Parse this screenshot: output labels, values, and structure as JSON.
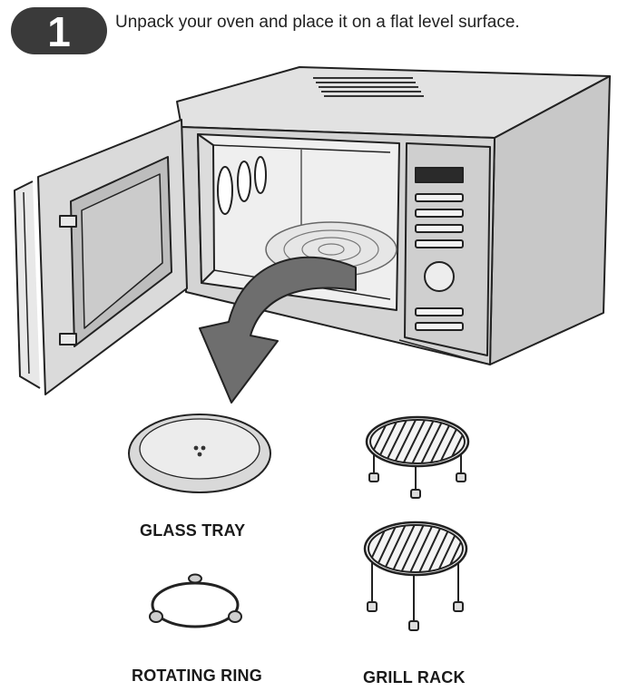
{
  "step": {
    "number": "1"
  },
  "instruction": "Unpack your oven and place it on a flat level surface.",
  "items": {
    "glass_tray": "GLASS TRAY",
    "rotating_ring": "ROTATING RING",
    "grill_rack": "GRILL RACK"
  },
  "icons": [
    "step-badge-icon",
    "microwave-oven-illustration",
    "arrow-icon",
    "glass-tray-icon",
    "rotating-ring-icon",
    "grill-rack-short-icon",
    "grill-rack-tall-icon"
  ],
  "colors": {
    "badge": "#3a3a3a",
    "oven_body": "#d9d9d9",
    "arrow": "#6e6e6e",
    "line": "#222222"
  }
}
